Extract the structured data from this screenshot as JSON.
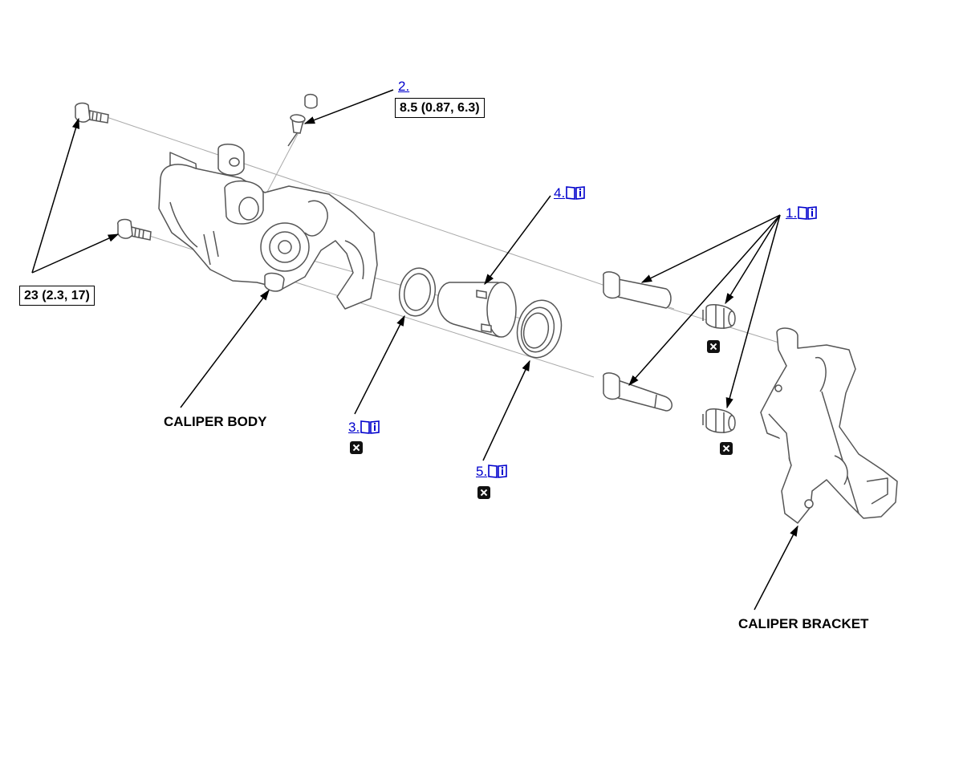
{
  "callouts": {
    "item1": {
      "label": "1."
    },
    "item2": {
      "label": "2."
    },
    "item3": {
      "label": "3."
    },
    "item4": {
      "label": "4."
    },
    "item5": {
      "label": "5."
    }
  },
  "torque": {
    "bleeder_screw": "8.5 (0.87, 6.3)",
    "caliper_bolts": "23 (2.3, 17)"
  },
  "labels": {
    "caliper_body": "CALIPER BODY",
    "caliper_bracket": "CALIPER BRACKET"
  },
  "icons": {
    "manual_reference": "book-info-icon",
    "replace_part": "replace-part-icon"
  },
  "colors": {
    "link": "#0000cc",
    "line": "#000000",
    "part_outline": "#555555"
  }
}
